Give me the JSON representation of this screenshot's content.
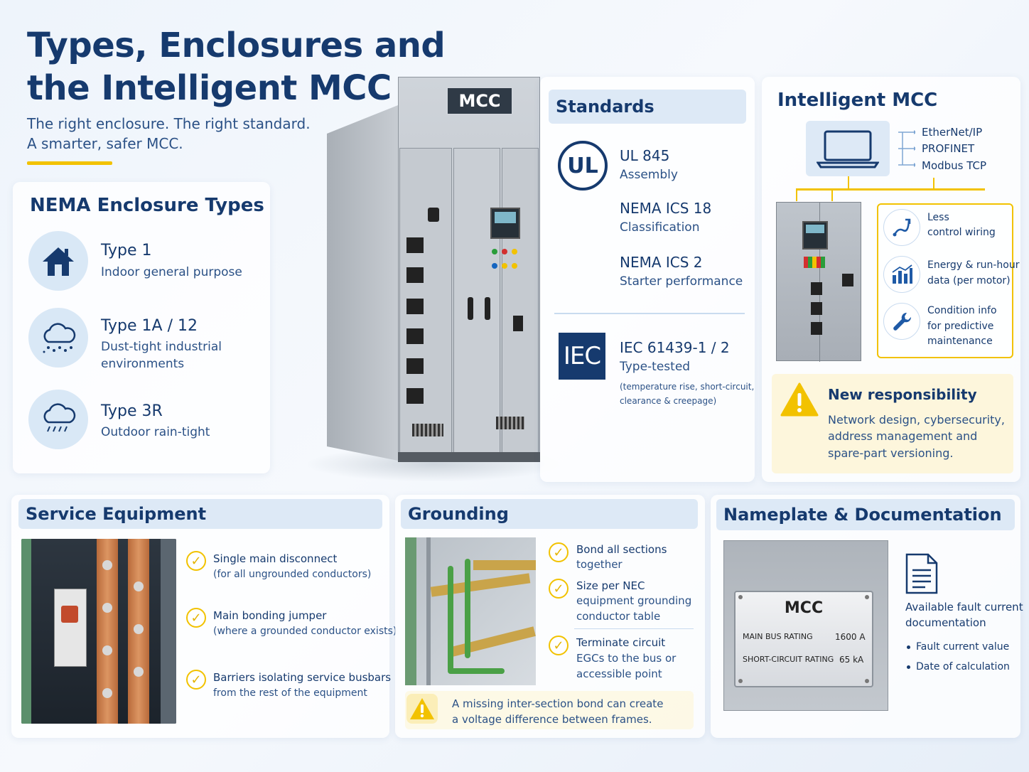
{
  "header": {
    "title_line1": "Types, Enclosures and",
    "title_line2": "the Intelligent MCC",
    "subtitle_line1": "The right enclosure. The right standard.",
    "subtitle_line2": "A smarter, safer MCC.",
    "cabinet_label": "MCC"
  },
  "nema": {
    "title": "NEMA Enclosure Types",
    "items": [
      {
        "name": "Type 1",
        "desc1": "Indoor general purpose",
        "desc2": "",
        "icon": "house-icon"
      },
      {
        "name": "Type 1A / 12",
        "desc1": "Dust-tight industrial",
        "desc2": "environments",
        "icon": "dust-cloud-icon"
      },
      {
        "name": "Type 3R",
        "desc1": "Outdoor rain-tight",
        "desc2": "",
        "icon": "rain-cloud-icon"
      }
    ]
  },
  "standards": {
    "title": "Standards",
    "ul_logo": "UL",
    "items": [
      {
        "name": "UL 845",
        "desc": "Assembly"
      },
      {
        "name": "NEMA ICS 18",
        "desc": "Classification"
      },
      {
        "name": "NEMA ICS 2",
        "desc": "Starter performance"
      }
    ],
    "iec_logo": "IEC",
    "iec": {
      "name": "IEC 61439-1 / 2",
      "desc": "Type-tested",
      "note1": "(temperature rise, short-circuit,",
      "note2": "clearance & creepage)"
    }
  },
  "intelligent": {
    "title": "Intelligent MCC",
    "protocols": [
      "EtherNet/IP",
      "PROFINET",
      "Modbus TCP"
    ],
    "benefits": [
      {
        "l1": "Less",
        "l2": "control wiring",
        "l3": "",
        "icon": "wiring-icon"
      },
      {
        "l1": "Energy & run-hour",
        "l2": "data (per motor)",
        "l3": "",
        "icon": "bar-chart-icon"
      },
      {
        "l1": "Condition info",
        "l2": "for predictive",
        "l3": "maintenance",
        "icon": "wrench-icon"
      }
    ],
    "responsibility": {
      "title": "New responsibility",
      "l1": "Network design, cybersecurity,",
      "l2": "address management and",
      "l3": "spare-part versioning."
    }
  },
  "service": {
    "title": "Service Equipment",
    "items": [
      {
        "l1": "Single main disconnect",
        "l2": "(for all ungrounded conductors)"
      },
      {
        "l1": "Main bonding jumper",
        "l2": "(where a grounded conductor exists)"
      },
      {
        "l1": "Barriers isolating service busbars",
        "l2": "from the rest of the equipment"
      }
    ]
  },
  "grounding": {
    "title": "Grounding",
    "items": [
      {
        "l1": "Bond all sections",
        "l2": "together",
        "l3": ""
      },
      {
        "l1": "Size per NEC",
        "l2": "equipment grounding",
        "l3": "conductor table"
      },
      {
        "l1": "Terminate circuit",
        "l2": "EGCs to the bus or",
        "l3": "accessible point"
      }
    ],
    "warning1": "A missing inter-section bond can create",
    "warning2": "a voltage difference between frames."
  },
  "nameplate": {
    "title": "Nameplate & Documentation",
    "plate_title": "MCC",
    "rows": [
      {
        "label": "MAIN BUS RATING",
        "value": "1600 A"
      },
      {
        "label": "SHORT-CIRCUIT RATING",
        "value": "65 kA"
      }
    ],
    "doc_title1": "Available fault current",
    "doc_title2": "documentation",
    "bullets": [
      "Fault current value",
      "Date of calculation"
    ]
  },
  "colors": {
    "navy": "#163a6e",
    "accent_yellow": "#f2c200",
    "panel_bg": "#dde9f6"
  }
}
